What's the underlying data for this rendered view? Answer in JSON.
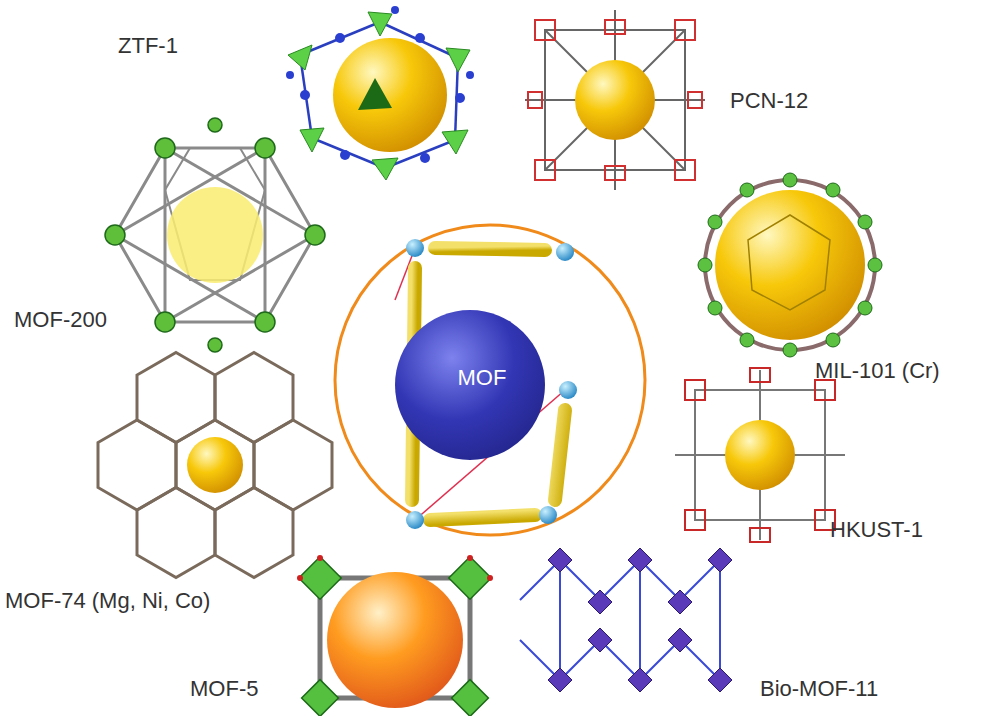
{
  "diagram": {
    "nodes": [
      {
        "text": [
          "MOF"
        ]
      }
    ],
    "labels": [
      "ZTF-1",
      "PCN-12",
      "MOF-200",
      "MIL-101 (Cr)",
      "HKUST-1",
      "MOF-74 (Mg, Ni, Co)",
      "MOF-5",
      "Bio-MOF-11"
    ]
  }
}
